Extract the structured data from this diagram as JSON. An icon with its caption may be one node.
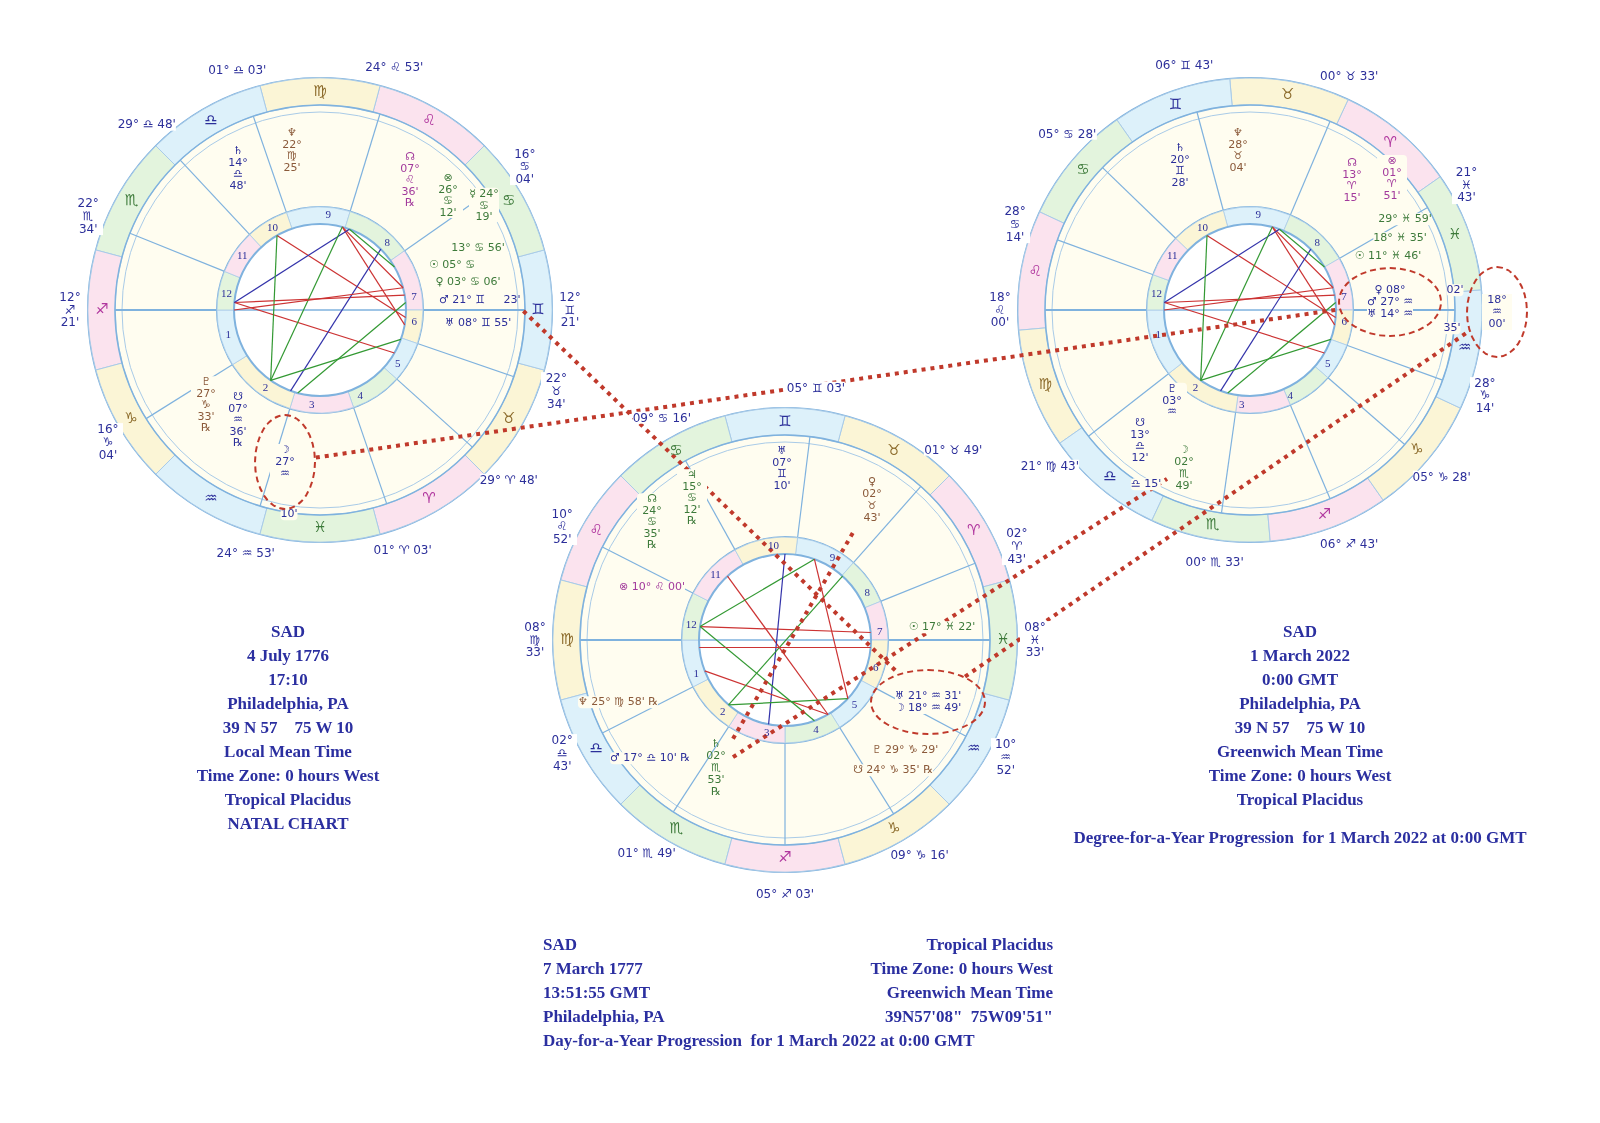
{
  "diagram": {
    "nodes": [
      {
        "text": [
          "☽ 27° ♒"
        ]
      },
      {
        "text": [
          "23'"
        ]
      },
      {
        "text": [
          "♀ 02° ♉ 43'"
        ]
      },
      {
        "text": [
          "♅ 21° ♒ 31'",
          "☽ 18° ♒ 49'"
        ]
      },
      {
        "text": [
          "☽ 02° ♏ 49'"
        ]
      },
      {
        "text": [
          "♀ 08°",
          "♂ 27° ♒",
          "♅ 14° ♒"
        ]
      },
      {
        "text": [
          "18° ♒ 00'"
        ]
      },
      {
        "text": [
          "♄ 02° ♏ 53' ℞"
        ]
      }
    ],
    "edges": [
      {
        "from": 0,
        "to": 5,
        "arrow": "none"
      },
      {
        "from": 1,
        "to": 3,
        "arrow": "none"
      },
      {
        "from": 7,
        "to": 2,
        "arrow": "none"
      },
      {
        "from": 7,
        "to": 4,
        "arrow": "none"
      },
      {
        "from": 3,
        "to": 6,
        "arrow": "none"
      }
    ],
    "labels": [
      "♈",
      "♉",
      "♊",
      "♋",
      "♌",
      "♍",
      "♎",
      "♏",
      "♐",
      "♑",
      "♒",
      "♓",
      "01° ♎ 03'",
      "24° ♌ 53'",
      "29° ♎ 48'",
      "16° ♋ 04'",
      "22° ♏ 34'",
      "12° ♐ 21'",
      "12° ♊ 21'",
      "22° ♉ 34'",
      "16° ♑ 04'",
      "29° ♈ 48'",
      "24° ♒ 53'",
      "01° ♈ 03'",
      "1",
      "2",
      "3",
      "4",
      "5",
      "6",
      "7",
      "8",
      "9",
      "10",
      "11",
      "12",
      "♄ 14° ♎ 48'",
      "♆ 22° ♍ 25'",
      "☊ 07° ♌ 36' ℞",
      "⊗ 26° ♋ 12'",
      "☿ 24° ♋ 19'",
      "13° ♋ 56'",
      "☉ 05° ♋",
      "♀ 03° ♋ 06'",
      "♂ 21° ♊",
      "♅ 08° ♊ 55'",
      "♇ 27° ♑ 33' ℞",
      "☋ 07° ♒ 36' ℞",
      "10'",
      "♈",
      "♉",
      "♊",
      "♋",
      "♌",
      "♍",
      "♎",
      "♏",
      "♐",
      "♑",
      "♒",
      "♓",
      "05° ♊ 03'",
      "09° ♋ 16'",
      "01° ♉ 49'",
      "10° ♌ 52'",
      "02° ♈ 43'",
      "08° ♍ 33'",
      "08° ♓ 33'",
      "02° ♎ 43'",
      "10° ♒ 52'",
      "01° ♏ 49'",
      "09° ♑ 16'",
      "05° ♐ 03'",
      "1",
      "2",
      "3",
      "4",
      "5",
      "6",
      "7",
      "8",
      "9",
      "10",
      "11",
      "12",
      "♅ 07° ♊ 10'",
      "♃ 15° ♋ 12' ℞",
      "☊ 24° ♋ 35' ℞",
      "⊗ 10° ♌ 00'",
      "☉ 17° ♓ 22'",
      "♇ 29° ♑ 29'",
      "☋ 24° ♑ 35' ℞",
      "♆ 25° ♍ 58' ℞",
      "♂ 17° ♎ 10' ℞",
      "♈",
      "♉",
      "♊",
      "♋",
      "♌",
      "♍",
      "♎",
      "♏",
      "♐",
      "♑",
      "♒",
      "♓",
      "06° ♊ 43'",
      "00° ♉ 33'",
      "05° ♋ 28'",
      "21° ♓ 43'",
      "28° ♋ 14'",
      "18° ♌ 00'",
      "28° ♑ 14'",
      "21° ♍ 43'",
      "05° ♑ 28'",
      "00° ♏ 33'",
      "06° ♐ 43'",
      "1",
      "2",
      "3",
      "4",
      "5",
      "6",
      "7",
      "8",
      "9",
      "10",
      "11",
      "12",
      "♄ 20° ♊ 28'",
      "♆ 28° ♉ 04'",
      "☊ 13° ♈ 15'",
      "⊗ 01° ♈ 51'",
      "29° ♓ 59'",
      "18° ♓ 35'",
      "☉ 11° ♓ 46'",
      "02'",
      "35'",
      "♇ 03° ♒",
      "☋ 13° ♎ 12'",
      "♎ 15'",
      "SAD",
      "4 July 1776",
      "17:10",
      "Philadelphia, PA",
      "39 N 57    75 W 10",
      "Local Mean Time",
      "Time Zone: 0 hours West",
      "Tropical Placidus",
      "NATAL CHART",
      "SAD",
      "1 March 2022",
      "0:00 GMT",
      "Philadelphia, PA",
      "39 N 57    75 W 10",
      "Greenwich Mean Time",
      "Time Zone: 0 hours West",
      "Tropical Placidus",
      "Degree-for-a-Year Progression  for 1 March 2022 at 0:00 GMT",
      "SAD",
      "Tropical Placidus",
      "7 March 1777",
      "Time Zone: 0 hours West",
      "13:51:55 GMT",
      "Greenwich Mean Time",
      "Philadelphia, PA",
      "39N57'08\"  75W09'51\"",
      "Day-for-a-Year Progression  for 1 March 2022 at 0:00 GMT"
    ]
  }
}
